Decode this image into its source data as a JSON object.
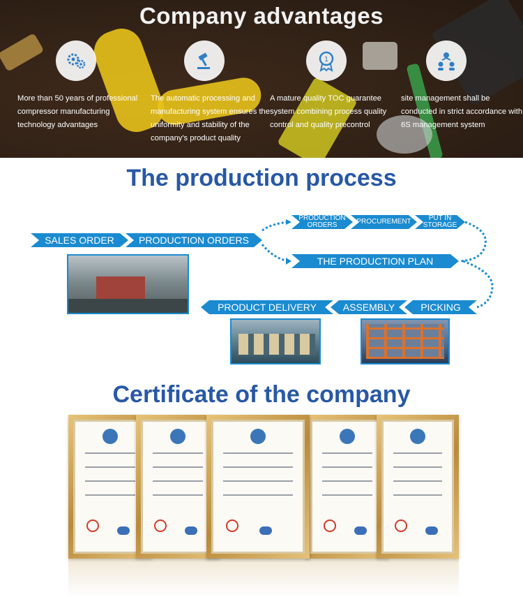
{
  "advantages": {
    "title": "Company advantages",
    "items": [
      {
        "icon": "gears-icon",
        "text": "More than 50 years of professional compressor manufacturing technology advantages"
      },
      {
        "icon": "gavel-icon",
        "text": "The automatic processing and manufacturing system ensures the uniformity and stability of the company's product quality"
      },
      {
        "icon": "award-icon",
        "text": "A mature quality TOC guarantee system combining process quality control and quality precontrol"
      },
      {
        "icon": "team-icon",
        "text": "site management shall be conducted in strict accordance with 6S management system"
      }
    ]
  },
  "process": {
    "title": "The production process",
    "steps": {
      "sales_order": "SALES ORDER",
      "production_orders": "PRODUCTION ORDERS",
      "production_orders_short_1": "PRODUCTION",
      "production_orders_short_2": "ORDERS",
      "procurement": "PROCUREMENT",
      "put_in_1": "PUT IN",
      "put_in_2": "STORAGE",
      "production_plan": "THE PRODUCTION PLAN",
      "product_delivery": "PRODUCT DELIVERY",
      "assembly": "ASSEMBLY",
      "picking": "PICKING"
    },
    "colors": {
      "arrow": "#1a8bd0",
      "title": "#2858a6"
    }
  },
  "certificates": {
    "title": "Certificate of the company",
    "count": 5
  }
}
